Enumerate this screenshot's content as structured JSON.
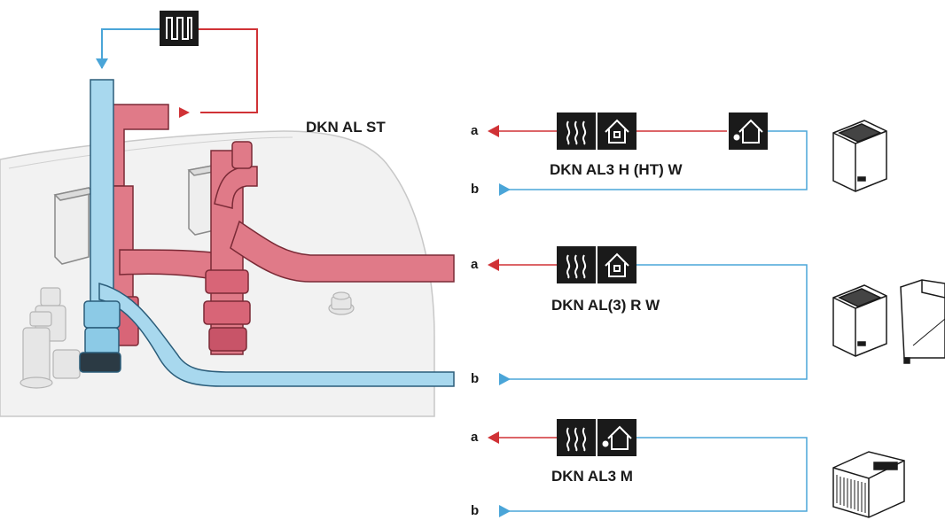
{
  "main_unit": {
    "label": "DKN AL ST"
  },
  "connections": [
    {
      "unit": "DKN AL3 H (HT) W",
      "port_a": "a",
      "port_b": "b",
      "icons": [
        "radiator-heating-icon",
        "house-icon",
        "house-with-sensor-icon"
      ]
    },
    {
      "unit": "DKN AL(3) R W",
      "port_a": "a",
      "port_b": "b",
      "icons": [
        "radiator-heating-icon",
        "house-icon"
      ]
    },
    {
      "unit": "DKN AL3 M",
      "port_a": "a",
      "port_b": "b",
      "icons": [
        "radiator-heating-icon",
        "house-with-sensor-icon"
      ]
    }
  ],
  "top_emitter": {
    "icon": "underfloor-heating-icon"
  },
  "colors": {
    "supply": "#d03236",
    "return": "#4aa5d8",
    "supply_pipe": "#e07a88",
    "return_pipe": "#a8d8ee",
    "tank": "#f2f2f2",
    "icon_bg": "#1a1a1a"
  }
}
